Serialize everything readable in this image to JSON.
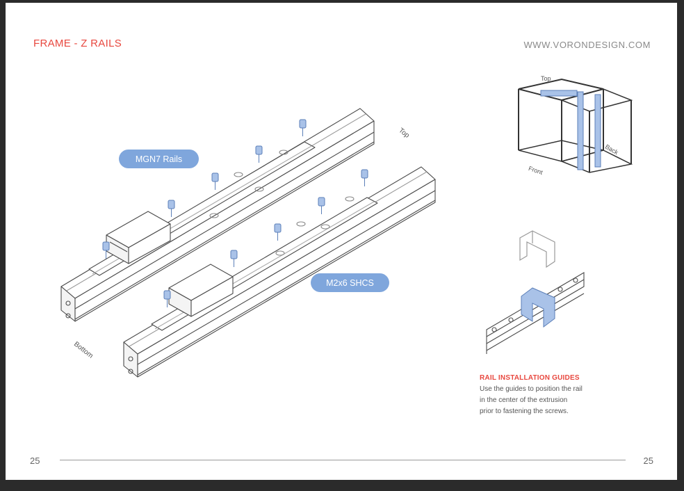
{
  "header": {
    "title": "FRAME - Z RAILS",
    "website": "WWW.VORONDESIGN.COM"
  },
  "callouts": {
    "rails": "MGN7 Rails",
    "screws": "M2x6 SHCS"
  },
  "labels": {
    "top": "Top",
    "bottom": "Bottom",
    "front": "Front",
    "back": "Back"
  },
  "guides": {
    "title": "RAIL INSTALLATION GUIDES",
    "lines": [
      "Use the guides to position the rail",
      "in the center of the extrusion",
      "prior to fastening the screws."
    ]
  },
  "footer": {
    "page_left": "25",
    "page_right": "25"
  },
  "colors": {
    "accent_red": "#e8473e",
    "highlight_blue": "#7fa6dc",
    "line": "#4a4a4a"
  }
}
